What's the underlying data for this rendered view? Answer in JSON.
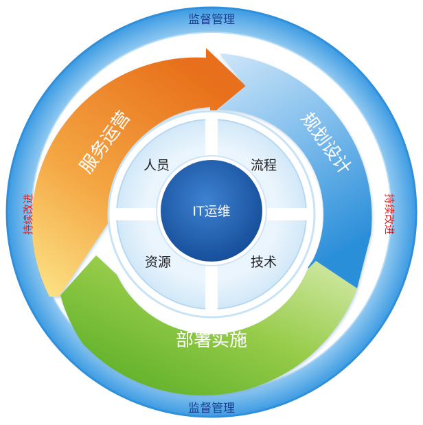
{
  "outer_ring": {
    "top_label": "监督管理",
    "bottom_label": "监督管理",
    "left_label": "持续改进",
    "right_label": "持续改进"
  },
  "cycle": {
    "service": "服务运营",
    "planning": "规划设计",
    "deploy": "部署实施"
  },
  "quadrants": {
    "people": "人员",
    "process": "流程",
    "resource": "资源",
    "tech": "技术"
  },
  "center": {
    "label": "IT运维"
  },
  "colors": {
    "outer_ring": "#5aaee8",
    "inner_ring": "#dbeefb",
    "orange": "#ee7a1e",
    "blue_arrow": "#6fb8ec",
    "green": "#6fb82a",
    "center": "#1d63b4",
    "red_text": "#e02020",
    "dark_blue_text": "#1a3f8f"
  }
}
